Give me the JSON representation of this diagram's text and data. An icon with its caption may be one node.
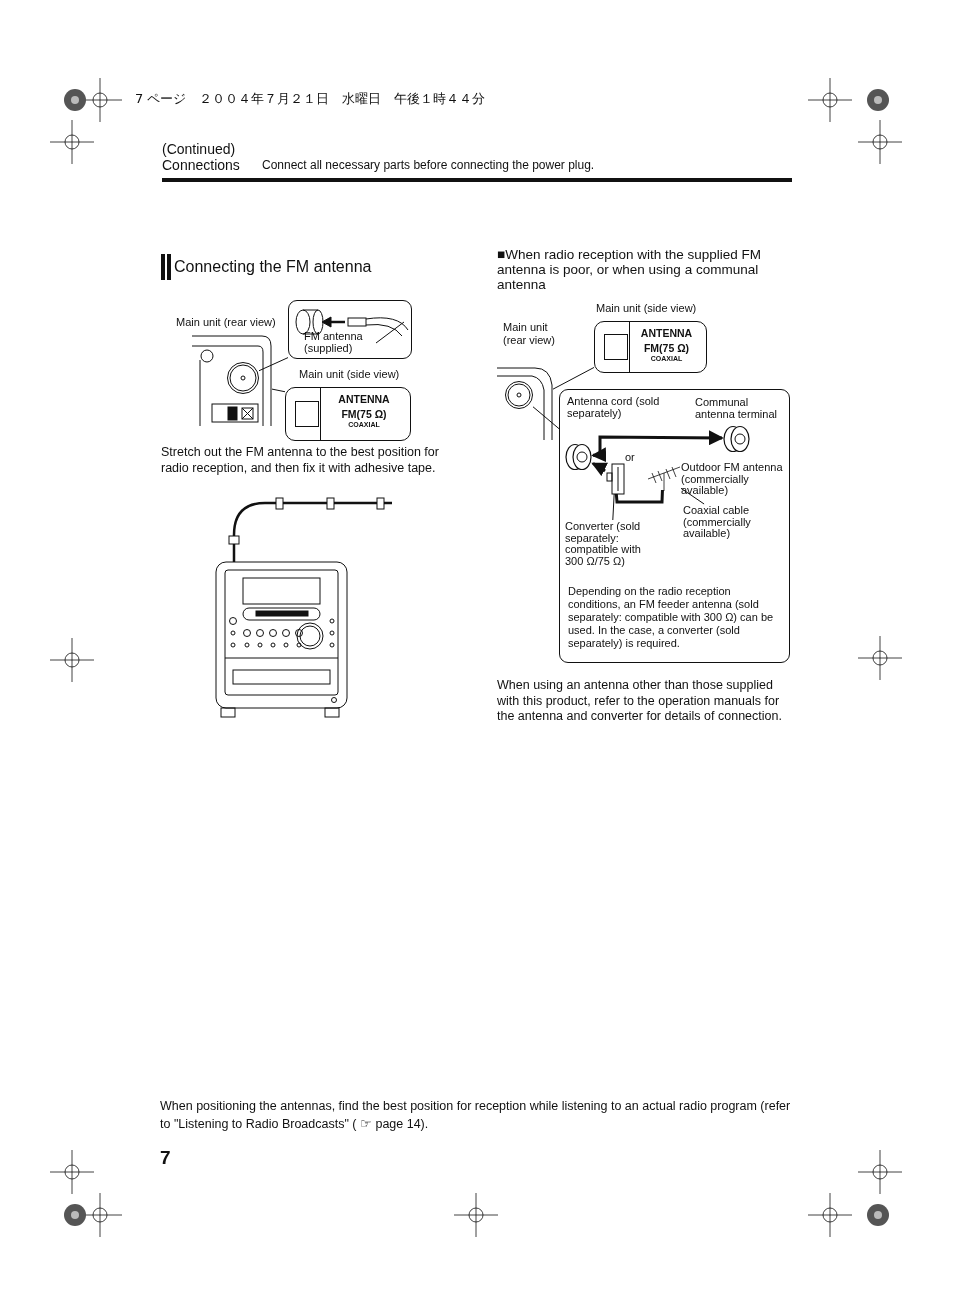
{
  "diagram": {
    "title": "Connecting the FM antenna",
    "nodes": [
      {
        "text": [
          "FM antenna (supplied)"
        ]
      },
      {
        "text": [],
        "shape": "picture"
      },
      {
        "text": [],
        "shape": "circle",
        "in": 1
      },
      {
        "text": [
          "Main unit (side view)",
          "ANTENNA",
          "FM(75 Ω)",
          "COAXIAL"
        ]
      },
      {
        "text": [
          "Main unit (side view)",
          "ANTENNA",
          "FM(75 Ω)",
          "COAXIAL"
        ]
      },
      {
        "text": [],
        "shape": "picture"
      },
      {
        "text": [],
        "shape": "circle",
        "in": 5
      },
      {
        "text": [
          "Depending on the radio reception conditions, an FM feeder antenna (sold separately: compatible with 300 Ω) can be used. In the case, a converter (sold separately) is required."
        ]
      },
      {
        "text": [],
        "shape": "circle",
        "in": 7
      },
      {
        "text": [],
        "shape": "circle",
        "in": 7
      },
      {
        "text": [],
        "shape": "box",
        "in": 7
      },
      {
        "text": [],
        "shape": "picture",
        "in": 7
      },
      {
        "text": [
          "Converter (sold separately: compatible with 300 Ω/75 Ω)"
        ],
        "in": 7
      },
      {
        "text": [
          "Coaxial cable (commercially available)"
        ],
        "in": 7
      }
    ],
    "edges": [
      {
        "from": 2,
        "to": 0,
        "arrow": "none"
      },
      {
        "from": 1,
        "to": 3,
        "arrow": "none"
      },
      {
        "from": 5,
        "to": 4,
        "arrow": "none"
      },
      {
        "from": 6,
        "to": 7,
        "arrow": "none"
      },
      {
        "from": 8,
        "to": 9,
        "arrow": "both",
        "style": "thick"
      },
      {
        "from": 10,
        "to": 8,
        "arrow": "to",
        "style": "thick"
      },
      {
        "from": 11,
        "to": 10,
        "arrow": "none",
        "style": "thick"
      },
      {
        "from": 12,
        "to": 10,
        "arrow": "none"
      },
      {
        "from": 13,
        "to": 11,
        "arrow": "none"
      }
    ],
    "labels": [
      "7 ページ　２００４年７月２１日　水曜日　午後１時４４分",
      "(Continued)",
      "Connections",
      "Connect all necessary parts before connecting the power plug.",
      "Main unit (rear view)",
      "Stretch out the FM antenna to the best position for radio reception, and then fix it with adhesive tape.",
      "■When radio reception with the supplied FM antenna is poor, or when using a communal antenna",
      "Main unit (rear view)",
      "Antenna cord (sold separately)",
      "Communal antenna terminal",
      "or",
      "Outdoor FM antenna (commercially available)",
      "When using an antenna other than those supplied with this product, refer to the operation manuals for the antenna and converter for details of connection.",
      "When positioning the antennas, find the best position for reception while listening to an actual radio program (refer to \"Listening to Radio Broadcasts\" ( ☞ page 14).",
      "7"
    ]
  }
}
